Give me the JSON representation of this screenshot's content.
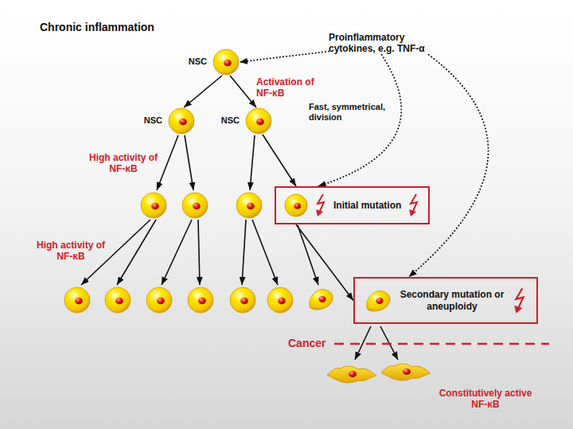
{
  "diagram": {
    "title": "Chronic inflammation",
    "nodes": [
      {
        "text": [
          "NSC"
        ]
      },
      {
        "text": [
          "NSC"
        ]
      },
      {
        "text": [
          "NSC"
        ]
      },
      {
        "text": [
          "Proinflammatory cytokines, e.g. TNF-α"
        ]
      },
      {
        "text": [
          "Initial mutation"
        ]
      },
      {
        "text": [
          "Secondary mutation or aneuploidy"
        ]
      }
    ],
    "edges": [
      {
        "from": 0,
        "to": 1,
        "arrow": "to"
      },
      {
        "from": 0,
        "to": 2,
        "arrow": "to"
      },
      {
        "from": 3,
        "to": 0,
        "arrow": "to"
      },
      {
        "from": 3,
        "to": 4,
        "arrow": "to"
      },
      {
        "from": 3,
        "to": 5,
        "arrow": "to"
      },
      {
        "from": 2,
        "to": 4,
        "arrow": "to"
      },
      {
        "from": 4,
        "to": 5,
        "arrow": "to"
      }
    ],
    "labels": [
      "Activation of NF-κB",
      "Fast, symmetrical, division",
      "High activity of NF-κB",
      "High activity of NF-κB",
      "Cancer",
      "Constitutively active NF-κB"
    ]
  }
}
